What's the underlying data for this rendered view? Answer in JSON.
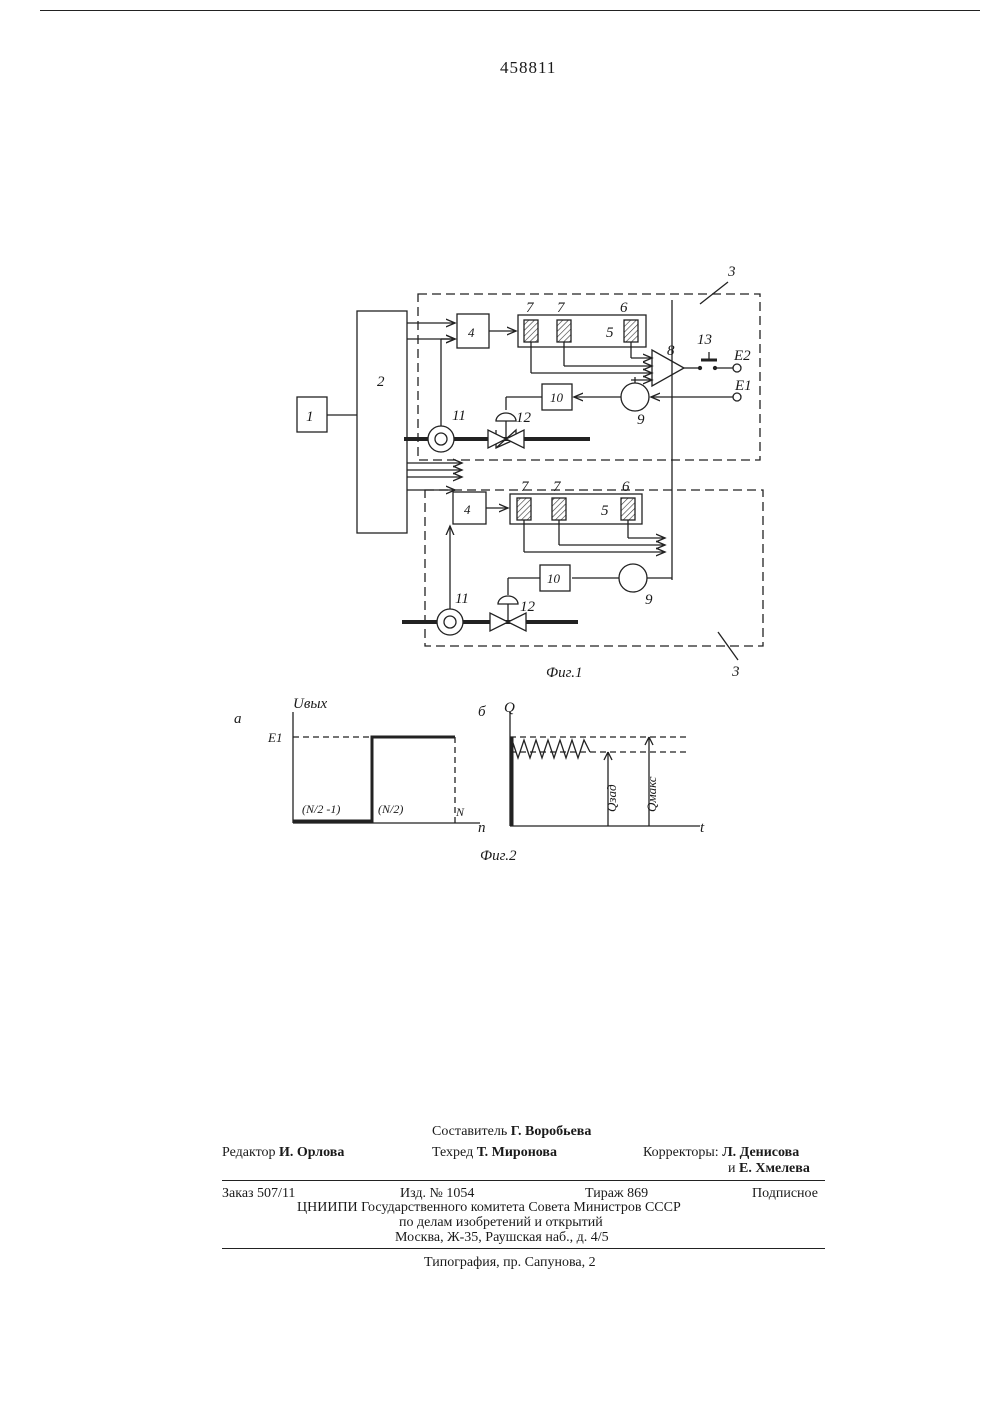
{
  "patent": {
    "number": "458811"
  },
  "figure1": {
    "caption": "Фиг.1",
    "labels": {
      "block1": "1",
      "block2": "2",
      "unit3": "3",
      "block4": "4",
      "block5": "5",
      "element6": "6",
      "element7": "7",
      "amplifier8": "8",
      "element9": "9",
      "block10": "10",
      "flowmeter11": "11",
      "valve12": "12",
      "switch13": "13",
      "terminal_e1": "E1",
      "terminal_e2": "E2"
    }
  },
  "figure2": {
    "caption": "Фиг.2",
    "panel_a": {
      "letter": "а",
      "ylabel": "Uвых",
      "xlabel": "n",
      "level_label": "E1",
      "tick_half_minus_one": "(N/2 -1)",
      "tick_half": "(N/2)",
      "tick_n": "N"
    },
    "panel_b": {
      "letter": "б",
      "ylabel": "Q",
      "xlabel": "t",
      "q_set": "Qзад",
      "q_max": "Qмакс"
    }
  },
  "chart_data": [
    {
      "type": "line",
      "title": "",
      "xlabel": "n",
      "ylabel": "Uвых",
      "x_ticks": [
        "(N/2 -1)",
        "(N/2)",
        "N"
      ],
      "y_ticks": [
        "E1"
      ],
      "series": [
        {
          "x": [
            0,
            1,
            1,
            2
          ],
          "y": [
            0,
            0,
            1,
            1
          ]
        }
      ],
      "ylim": [
        0,
        1.2
      ],
      "grid": false
    },
    {
      "type": "line",
      "title": "",
      "xlabel": "t",
      "ylabel": "Q",
      "y_ticks": [
        "Qзад",
        "Qмакс"
      ],
      "series": [
        {
          "description_levels": "oscillation between Qзад and Qмакс after initial jump to Qмакс"
        }
      ],
      "grid": false
    }
  ],
  "imprint": {
    "compiler": {
      "prefix": "Составитель",
      "name": "Г. Воробьева"
    },
    "editor": {
      "prefix": "Редактор",
      "name": "И. Орлова"
    },
    "techeditor": {
      "prefix": "Техред",
      "name": "Т. Миронова"
    },
    "correctors": {
      "prefix": "Корректоры:",
      "name1": "Л. Денисова",
      "and": "и",
      "name2": "Е. Хмелева"
    },
    "order": "Заказ 507/11",
    "edition": "Изд. № 1054",
    "circulation": "Тираж 869",
    "subscription": "Подписное",
    "org_line1": "ЦНИИПИ Государственного комитета Совета Министров СССР",
    "org_line2": "по делам изобретений и открытий",
    "org_line3": "Москва, Ж-35, Раушская наб., д. 4/5",
    "printer": "Типография, пр. Сапунова, 2"
  }
}
